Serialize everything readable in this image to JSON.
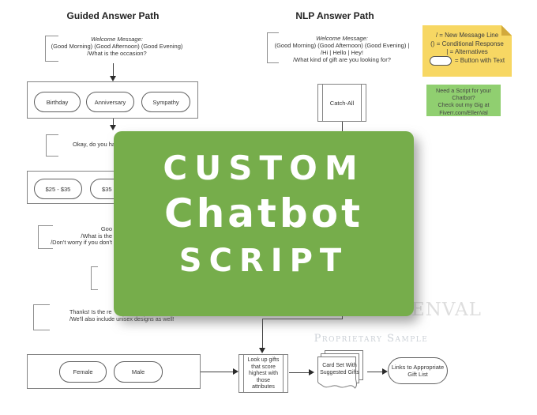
{
  "titles": {
    "guided": "Guided Answer Path",
    "nlp": "NLP Answer Path"
  },
  "guided": {
    "welcome_title": "Welcome Message:",
    "welcome_line2": "(Good Morning) (Good Afternoon) (Good Evening)",
    "welcome_line3": "/What is the occasion?",
    "occasions": [
      "Birthday",
      "Anniversary",
      "Sympathy"
    ],
    "okay_text": "Okay, do you ha",
    "prices": [
      "$25 - $35",
      "$35"
    ],
    "budget_lines": [
      "Goo",
      "/What is the",
      "/Don't worry if you don't"
    ],
    "thanks_line1": "Thanks!  Is the re",
    "thanks_line2": "/We'll also include unisex designs as well!",
    "genders": [
      "Female",
      "Male"
    ]
  },
  "nlp": {
    "welcome_title": "Welcome Message:",
    "welcome_line2": "(Good Morning) (Good Afternoon) (Good Evening) |",
    "welcome_line3": "/Hi | Hello | Hey!",
    "welcome_line4": "/What kind of gift are you looking for?",
    "catch_all": "Catch-All"
  },
  "pipeline": {
    "lookup_lines": [
      "Look up gifts",
      "that score",
      "highest with",
      "those",
      "attributes"
    ],
    "cards_line1": "Card Set With",
    "cards_line2": "Suggested Gifts",
    "links_line1": "Links to Appropriate",
    "links_line2": "Gift List"
  },
  "legend": {
    "bg": "#f7d763",
    "line1": "/ = New Message Line",
    "line2": "() = Conditional Response",
    "line3": "| = Alternatives",
    "line4": "= Button with Text"
  },
  "promo": {
    "bg": "#90cf70",
    "line1": "Need a Script for your",
    "line2": "Chatbot?",
    "line3": "Check out my Gig at",
    "line4": "Fiverr.com/EllenVal"
  },
  "overlay": {
    "bg": "#76ad4b",
    "word1": "CUSTOM",
    "word2": "Chatbot",
    "word3": "SCRIPT"
  },
  "watermarks": {
    "brand": "ENVAL",
    "sample": "Proprietary Sample"
  }
}
